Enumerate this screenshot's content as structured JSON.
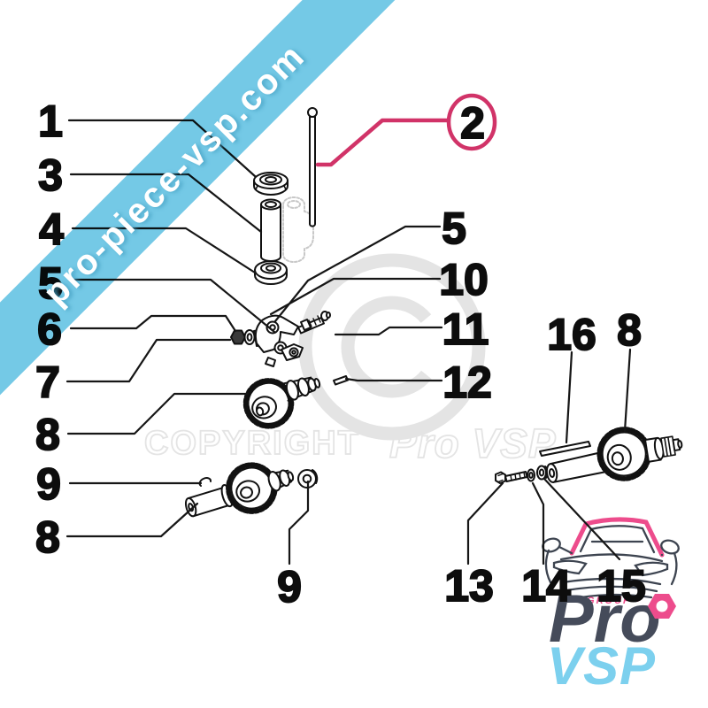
{
  "banner": {
    "text": "pro-piece-vsp.com",
    "color": "#74c9e6"
  },
  "watermark": {
    "copyright": "COPYRIGHT",
    "brand": "Pro VSP",
    "color": "#e4e4e4"
  },
  "highlight": {
    "label": "2",
    "color": "#d13368"
  },
  "callouts": [
    "1",
    "3",
    "4",
    "5",
    "6",
    "7",
    "8",
    "9",
    "8",
    "5",
    "10",
    "11",
    "12",
    "16",
    "8",
    "13",
    "14",
    "15",
    "9"
  ],
  "logo": {
    "group": "- GROUP -",
    "pro": "Pro",
    "vsp": "VSP",
    "pro_color": "#454b5a",
    "vsp_color": "#7cd0ee",
    "accent_color": "#ed4c8c"
  }
}
